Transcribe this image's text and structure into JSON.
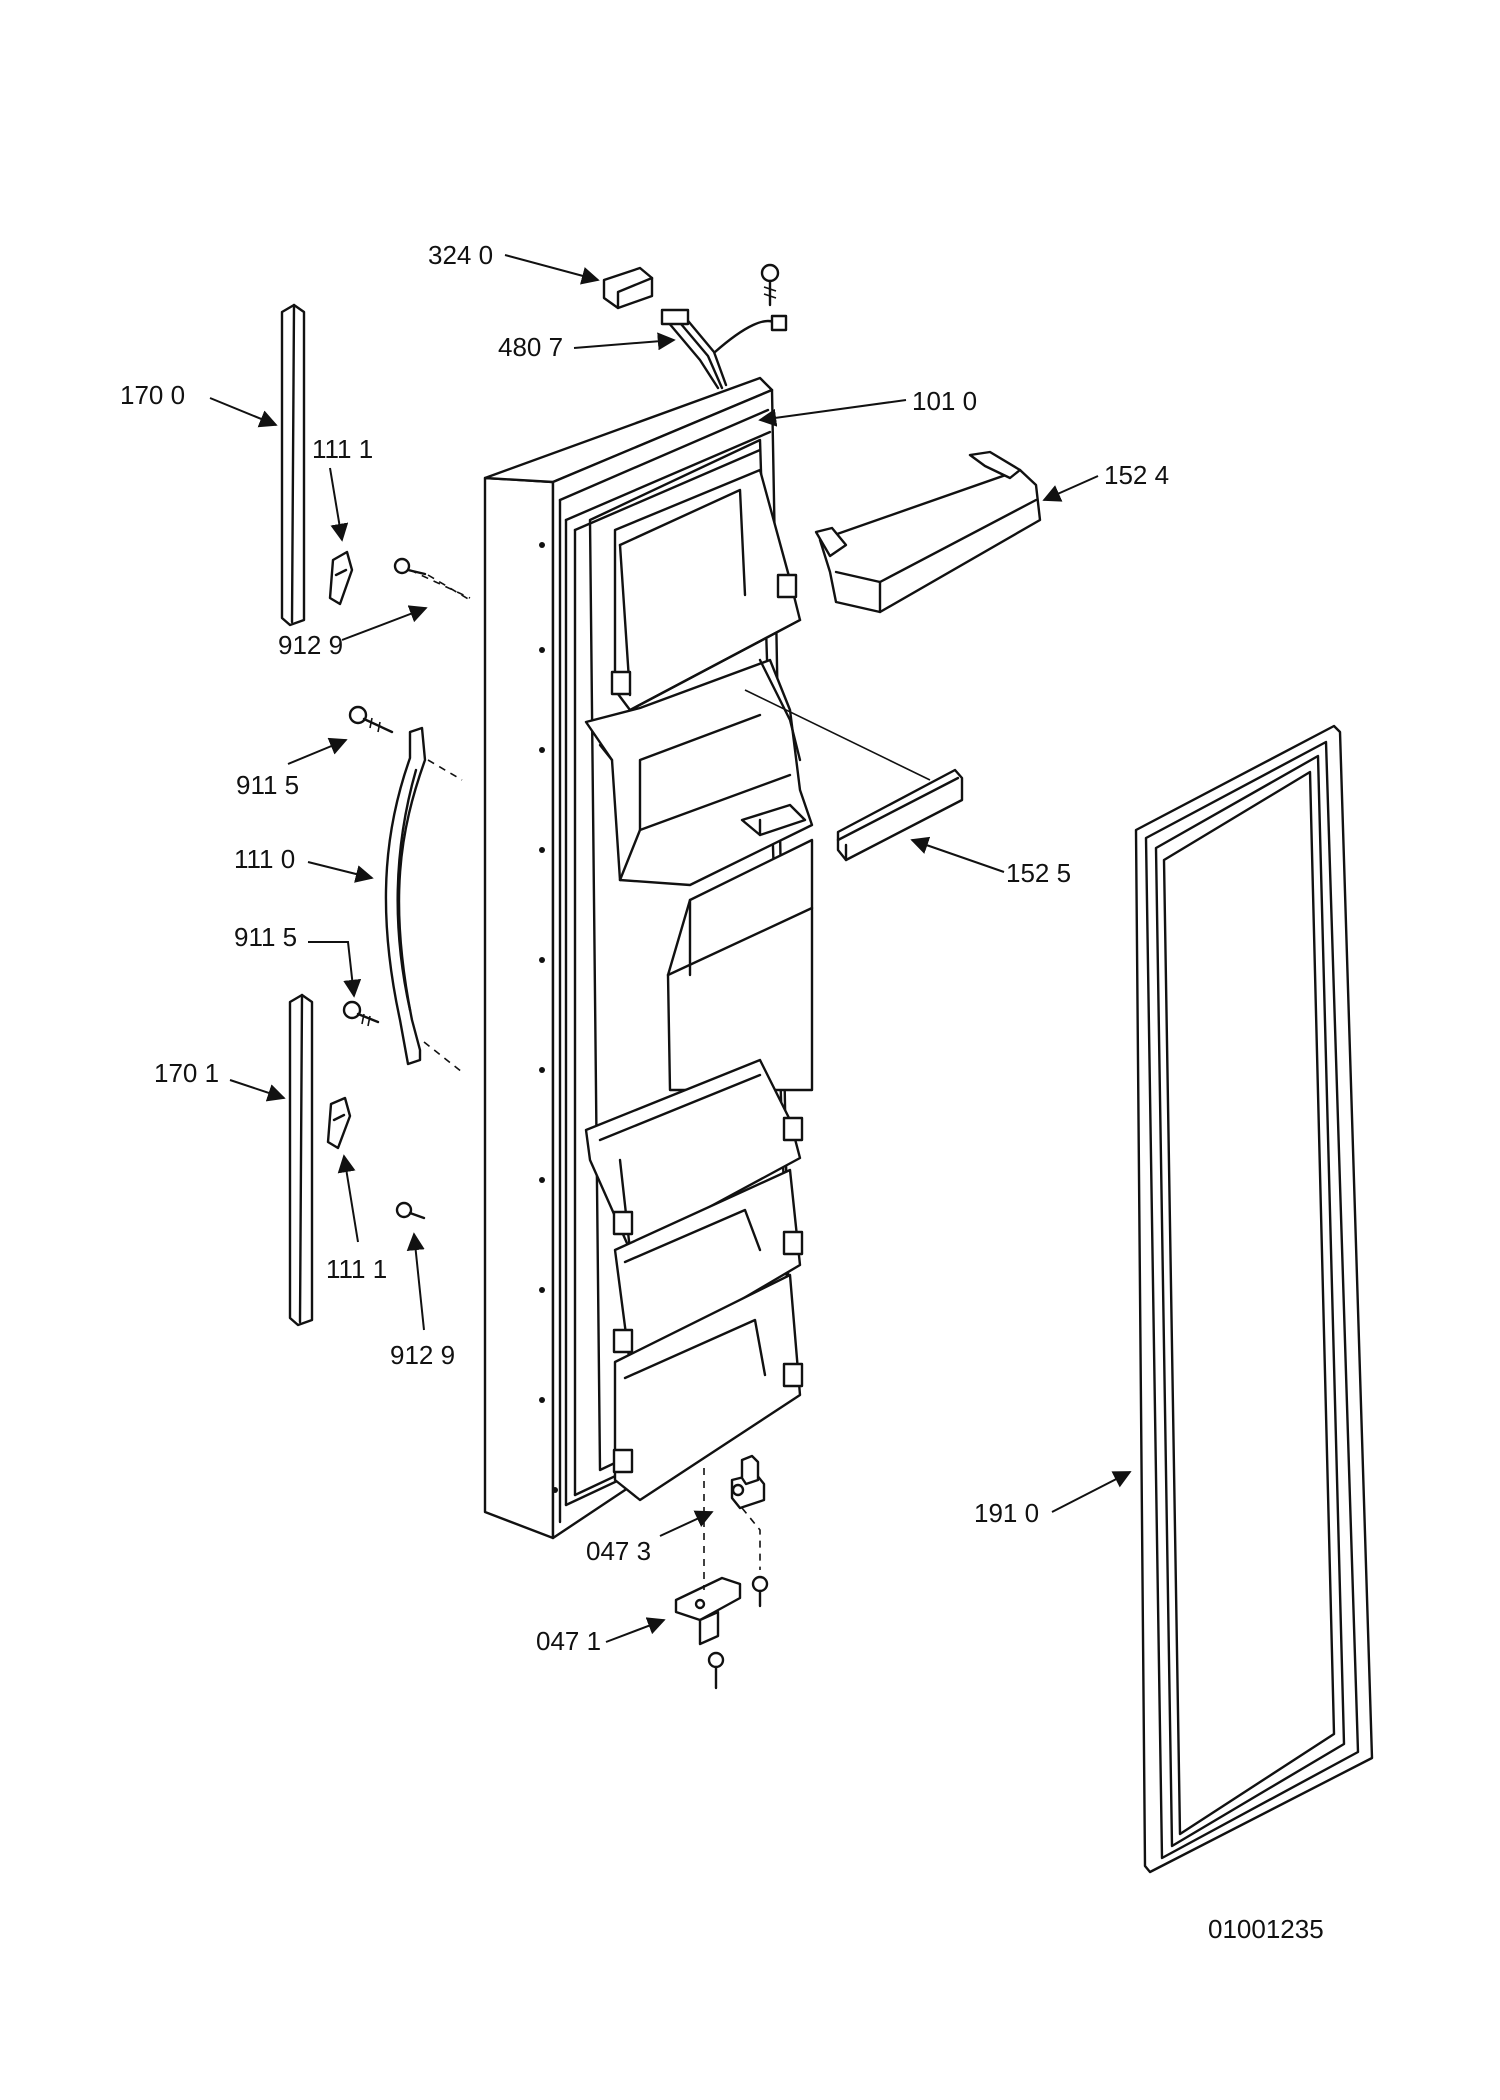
{
  "callouts": {
    "c3240": "324 0",
    "c4807": "480 7",
    "c1010": "101 0",
    "c1524": "152 4",
    "c1700": "170  0",
    "c1111a": "111 1",
    "c9129a": "912 9",
    "c9115a": "911 5",
    "c1110": "111 0",
    "c9115b": "911 5",
    "c1701": "170 1",
    "c1111b": "111 1",
    "c9129b": "912 9",
    "c1525": "152 5",
    "c1910": "191 0",
    "c0473": "047 3",
    "c0471": "047 1"
  },
  "drawing_number": "01001235",
  "colors": {
    "line": "#111111",
    "background": "#ffffff"
  }
}
